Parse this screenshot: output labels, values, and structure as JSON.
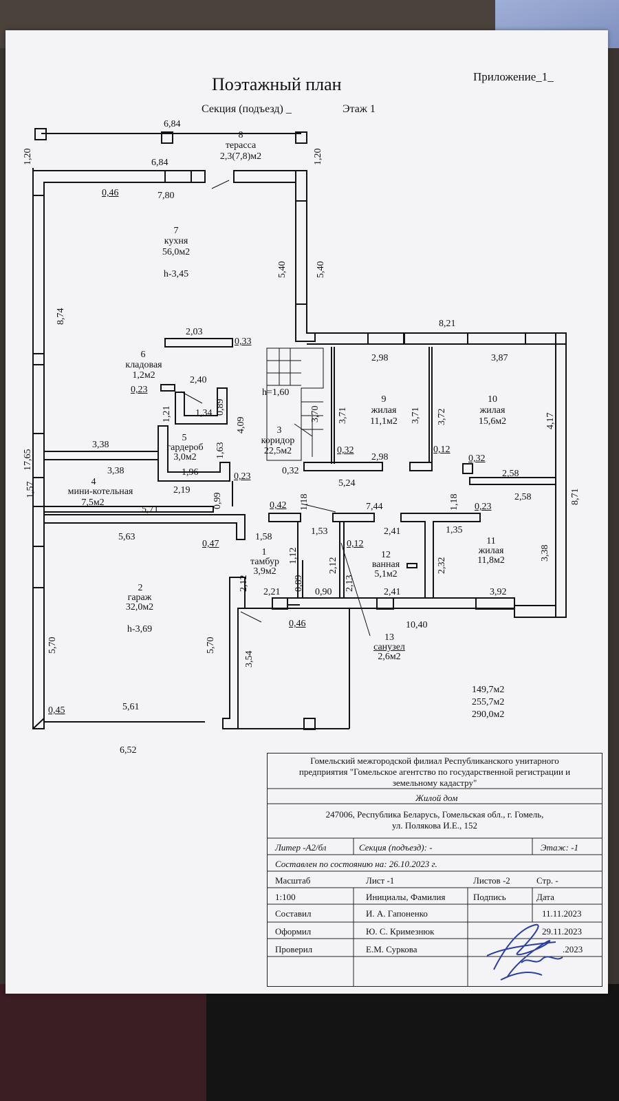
{
  "header": {
    "title": "Поэтажный план",
    "appendix": "Приложение_1_",
    "section": "Секция (подъезд) _",
    "floor": "Этаж 1"
  },
  "rooms": {
    "r8": {
      "num": "8",
      "name": "терасса",
      "area": "2,3(7,8)м2"
    },
    "r7": {
      "num": "7",
      "name": "кухня",
      "area": "56,0м2",
      "height": "h-3,45"
    },
    "r6": {
      "num": "6",
      "name": "кладовая",
      "area": "1,2м2"
    },
    "r5": {
      "num": "5",
      "name": "гардероб",
      "area": "3,0м2"
    },
    "r4": {
      "num": "4",
      "name": "мини-котельная",
      "area": "7,5м2"
    },
    "r3": {
      "num": "3",
      "name": "коридор",
      "area": "22,5м2",
      "stair_height": "h=1,60"
    },
    "r9": {
      "num": "9",
      "name": "жилая",
      "area": "11,1м2"
    },
    "r10": {
      "num": "10",
      "name": "жилая",
      "area": "15,6м2"
    },
    "r11": {
      "num": "11",
      "name": "жилая",
      "area": "11,8м2"
    },
    "r12": {
      "num": "12",
      "name": "ванная",
      "area": "5,1м2"
    },
    "r1": {
      "num": "1",
      "name": "тамбур",
      "area": "3,9м2"
    },
    "r2": {
      "num": "2",
      "name": "гараж",
      "area": "32,0м2",
      "height": "h-3,69"
    },
    "r13": {
      "num": "13",
      "name": "санузел",
      "area": "2,6м2"
    }
  },
  "dims": {
    "d6_84_top": "6,84",
    "d6_84_inner": "6,84",
    "d1_20_l": "1,20",
    "d1_20_r": "1,20",
    "d0_46_top": "0,46",
    "d7_80": "7,80",
    "d5_40_a": "5,40",
    "d5_40_b": "5,40",
    "d8_74": "8,74",
    "d2_03": "2,03",
    "d0_33": "0,33",
    "d2_40": "2,40",
    "d0_23_a": "0,23",
    "d1_21": "1,21",
    "d1_34": "1,34",
    "d0_89_a": "0,89",
    "d4_09": "4,09",
    "d1_63": "1,63",
    "d1_96": "1,96",
    "d3_38_a": "3,38",
    "d3_38_b": "3,38",
    "d17_65": "17,65",
    "d1_57": "1,57",
    "d2_19": "2,19",
    "d0_23_b": "0,23",
    "d0_99": "0,99",
    "d5_71": "5,71",
    "d0_32_a": "0,32",
    "d3_70": "3,70",
    "d0_32_b": "0,32",
    "d8_21": "8,21",
    "d2_98_a": "2,98",
    "d3_87": "3,87",
    "d3_71_a": "3,71",
    "d3_71_b": "3,71",
    "d3_72": "3,72",
    "d4_17": "4,17",
    "d2_98_b": "2,98",
    "d0_12_a": "0,12",
    "d0_32_c": "0,32",
    "d2_58_a": "2,58",
    "d2_58_b": "2,58",
    "d5_24": "5,24",
    "d1_18_a": "1,18",
    "d1_18_b": "1,18",
    "d8_71": "8,71",
    "d0_42": "0,42",
    "d7_44": "7,44",
    "d0_23_c": "0,23",
    "d1_58": "1,58",
    "d1_53": "1,53",
    "d2_41_a": "2,41",
    "d1_35": "1,35",
    "d5_63": "5,63",
    "d0_47": "0,47",
    "d1_12": "1,12",
    "d2_12_a": "2,12",
    "d0_12_b": "0,12",
    "d2_32": "2,32",
    "d3_38_c": "3,38",
    "d2_12_b": "2,12",
    "d0_89_b": "0,89",
    "d2_13": "2,13",
    "d2_21": "2,21",
    "d0_90": "0,90",
    "d2_41_b": "2,41",
    "d3_92": "3,92",
    "d0_46_bot": "0,46",
    "d10_40": "10,40",
    "d5_70_a": "5,70",
    "d5_70_b": "5,70",
    "d3_54": "3,54",
    "d0_45": "0,45",
    "d5_61": "5,61",
    "d6_52": "6,52"
  },
  "totals": [
    "149,7м2",
    "255,7м2",
    "290,0м2"
  ],
  "title_block": {
    "org": [
      "Гомельский межгородской филиал Республиканского унитарного",
      "предприятия \"Гомельское агентство по государственной регистрации и",
      "земельному кадастру\""
    ],
    "object": "Жилой дом",
    "address": [
      "247006, Республика Беларусь, Гомельская обл., г. Гомель,",
      "ул. Полякова И.Е., 152"
    ],
    "liter": "Литер -А2/бл",
    "section": "Секция (подъезд): -",
    "floor": "Этаж: -1",
    "compiled_state": "Составлен по состоянию на:  26.10.2023 г.",
    "headers": [
      "Масштаб",
      "Лист -1",
      "Листов -2",
      "Стр. -"
    ],
    "scale_row": [
      "1:100",
      "Инициалы, Фамилия",
      "Подпись",
      "Дата"
    ],
    "rows": [
      [
        "Составил",
        "И. А. Гапоненко",
        "11.11.2023"
      ],
      [
        "Оформил",
        "Ю. С. Кримезнюк",
        "29.11.2023"
      ],
      [
        "Проверил",
        "Е.М. Суркова",
        ".2023"
      ]
    ]
  }
}
